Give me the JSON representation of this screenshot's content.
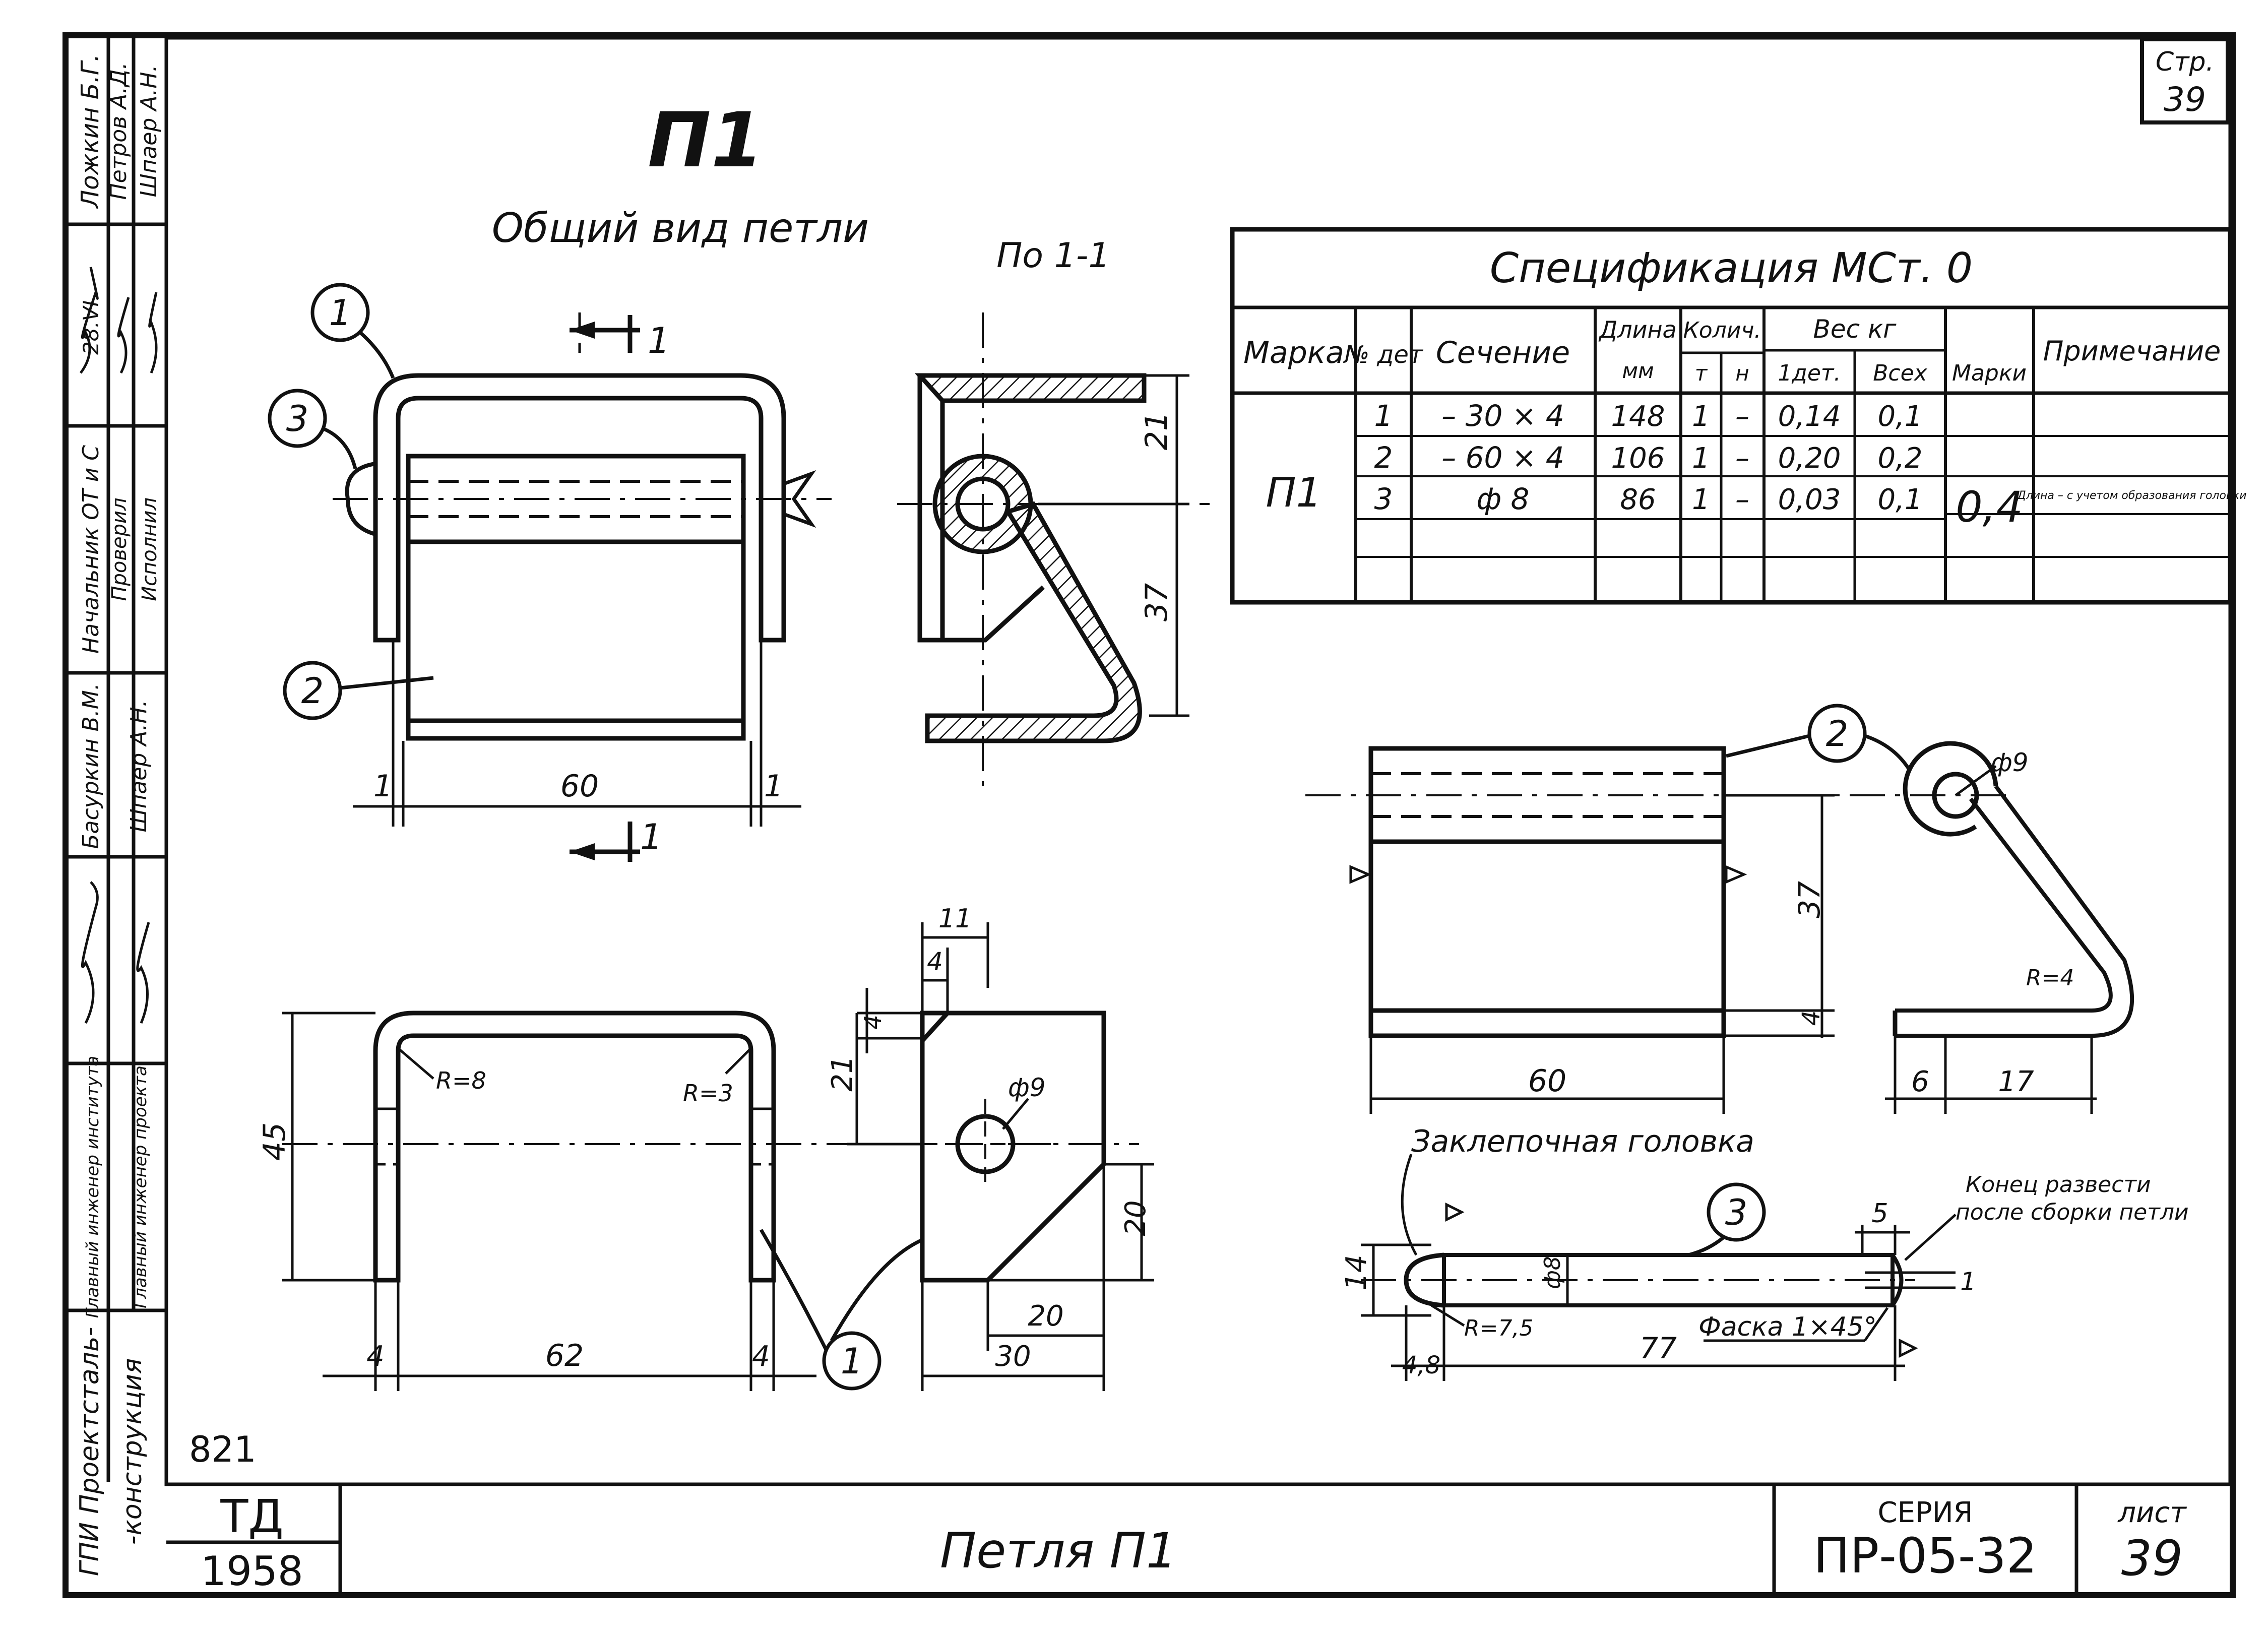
{
  "sheet_ref": {
    "label": "Стр.",
    "number": "39"
  },
  "title": "П1",
  "subtitle": "Общий вид петли",
  "section_label": "По 1-1",
  "section_marks": {
    "top": "1",
    "bottom": "1"
  },
  "spec": {
    "title": "Спецификация МСт. 0",
    "headers": {
      "mark": "Марка",
      "part_no": "№ дет",
      "section": "Сечение",
      "length": "Длина",
      "length_unit": "мм",
      "qty": "Колич.",
      "qty_t": "т",
      "qty_n": "н",
      "weight": "Вес кг",
      "w_part": "1дет.",
      "w_all": "Всех",
      "w_mark": "Марки",
      "note": "Примечание"
    },
    "mark": "П1",
    "mark_weight": "0,4",
    "rows": [
      {
        "no": "1",
        "section": "– 30 × 4",
        "length": "148",
        "t": "1",
        "n": "–",
        "w1": "0,14",
        "wall": "0,1"
      },
      {
        "no": "2",
        "section": "– 60 × 4",
        "length": "106",
        "t": "1",
        "n": "–",
        "w1": "0,20",
        "wall": "0,2"
      },
      {
        "no": "3",
        "section": "ф 8",
        "length": "86",
        "t": "1",
        "n": "–",
        "w1": "0,03",
        "wall": "0,1"
      }
    ],
    "note": "Длина – с учетом образования головки"
  },
  "callouts": {
    "c1": "1",
    "c2": "2",
    "c3": "3"
  },
  "dims": {
    "fv_60": "60",
    "fv_1a": "1",
    "fv_1b": "1",
    "sec_21": "21",
    "sec_37": "37",
    "b_45": "45",
    "b_62": "62",
    "b_4a": "4",
    "b_4b": "4",
    "b_r8": "R=8",
    "b_r3": "R=3",
    "s_11": "11",
    "s_4": "4",
    "s_4v": "4",
    "s_21": "21",
    "s_phi9": "ф9",
    "s_20v": "20",
    "s_20h": "20",
    "s_30": "30",
    "r_37": "37",
    "r_4": "4",
    "r_60": "60",
    "r_6": "6",
    "r_17": "17",
    "r_phi9": "ф9",
    "r_R4": "R=4",
    "rv_14": "14",
    "rv_phi8": "ф8",
    "rv_r75": "R=7,5",
    "rv_48": "4,8",
    "rv_77": "77",
    "rv_5": "5",
    "rv_1": "1"
  },
  "rivet_head_label": "Заклепочная головка",
  "rivet_end_note": [
    "Конец развести",
    "после сборки петли"
  ],
  "chamfer_label": "Фаска 1×45°",
  "stamp": {
    "row1": [
      "Ложкин Б.Г.",
      "Петров А.Д.",
      "Шпаер А.Н."
    ],
    "row2": [
      "Начальник ОТ и С",
      "Проверил",
      "Исполнил"
    ],
    "row2_date": "28.VI",
    "row3": [
      "Басуркин В.М.",
      "Шпаер А.Н."
    ],
    "row4": [
      "Главный инженер института",
      "Главный инженер проекта"
    ],
    "org": [
      "ГПИ Проектсталь-",
      "-конструкция"
    ],
    "code": "821",
    "ta_logo": "ТД",
    "year": "1958",
    "part_title": "Петля П1",
    "series_label": "СЕРИЯ",
    "series": "ПР-05-32",
    "sheet_label": "лист",
    "sheet": "39"
  }
}
